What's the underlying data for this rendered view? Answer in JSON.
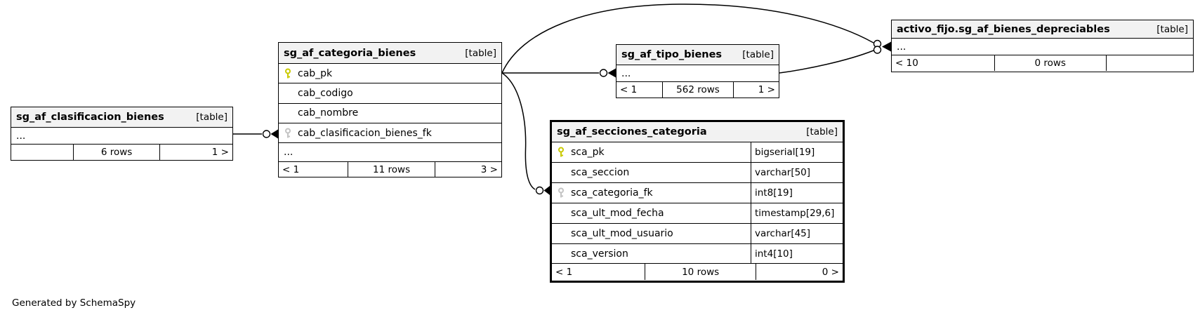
{
  "generator": "Generated by SchemaSpy",
  "colors": {
    "primary_key_icon": "#c9c900",
    "foreign_key_icon": "#c3c3c3",
    "header_bg": "#f2f2f2",
    "border": "#000000",
    "background": "#ffffff"
  },
  "tables": [
    {
      "name": "sg_af_clasificacion_bienes",
      "tag": "[table]",
      "ellipsis": "...",
      "footer": {
        "left": "",
        "center": "6 rows",
        "right": "1 >"
      }
    },
    {
      "name": "sg_af_categoria_bienes",
      "tag": "[table]",
      "columns": [
        {
          "name": "cab_pk",
          "key": "primary"
        },
        {
          "name": "cab_codigo",
          "key": ""
        },
        {
          "name": "cab_nombre",
          "key": ""
        },
        {
          "name": "cab_clasificacion_bienes_fk",
          "key": "foreign"
        }
      ],
      "ellipsis": "...",
      "footer": {
        "left": "< 1",
        "center": "11 rows",
        "right": "3 >"
      }
    },
    {
      "name": "sg_af_tipo_bienes",
      "tag": "[table]",
      "ellipsis": "...",
      "footer": {
        "left": "< 1",
        "center": "562 rows",
        "right": "1 >"
      }
    },
    {
      "name": "activo_fijo.sg_af_bienes_depreciables",
      "tag": "[table]",
      "ellipsis": "...",
      "footer": {
        "left": "< 10",
        "center": "0 rows",
        "right": ""
      }
    },
    {
      "name": "sg_af_secciones_categoria",
      "tag": "[table]",
      "columns": [
        {
          "name": "sca_pk",
          "type": "bigserial[19]",
          "key": "primary"
        },
        {
          "name": "sca_seccion",
          "type": "varchar[50]",
          "key": ""
        },
        {
          "name": "sca_categoria_fk",
          "type": "int8[19]",
          "key": "foreign"
        },
        {
          "name": "sca_ult_mod_fecha",
          "type": "timestamp[29,6]",
          "key": ""
        },
        {
          "name": "sca_ult_mod_usuario",
          "type": "varchar[45]",
          "key": ""
        },
        {
          "name": "sca_version",
          "type": "int4[10]",
          "key": ""
        }
      ],
      "footer": {
        "left": "< 1",
        "center": "10 rows",
        "right": "0 >"
      }
    }
  ],
  "relationships": [
    {
      "from": "sg_af_clasificacion_bienes",
      "to": "sg_af_categoria_bienes.cab_clasificacion_bienes_fk"
    },
    {
      "from": "sg_af_categoria_bienes.cab_pk",
      "to": "sg_af_tipo_bienes"
    },
    {
      "from": "sg_af_categoria_bienes.cab_pk",
      "to": "activo_fijo.sg_af_bienes_depreciables"
    },
    {
      "from": "sg_af_categoria_bienes.cab_pk",
      "to": "sg_af_secciones_categoria.sca_categoria_fk"
    },
    {
      "from": "sg_af_tipo_bienes",
      "to": "activo_fijo.sg_af_bienes_depreciables"
    }
  ]
}
